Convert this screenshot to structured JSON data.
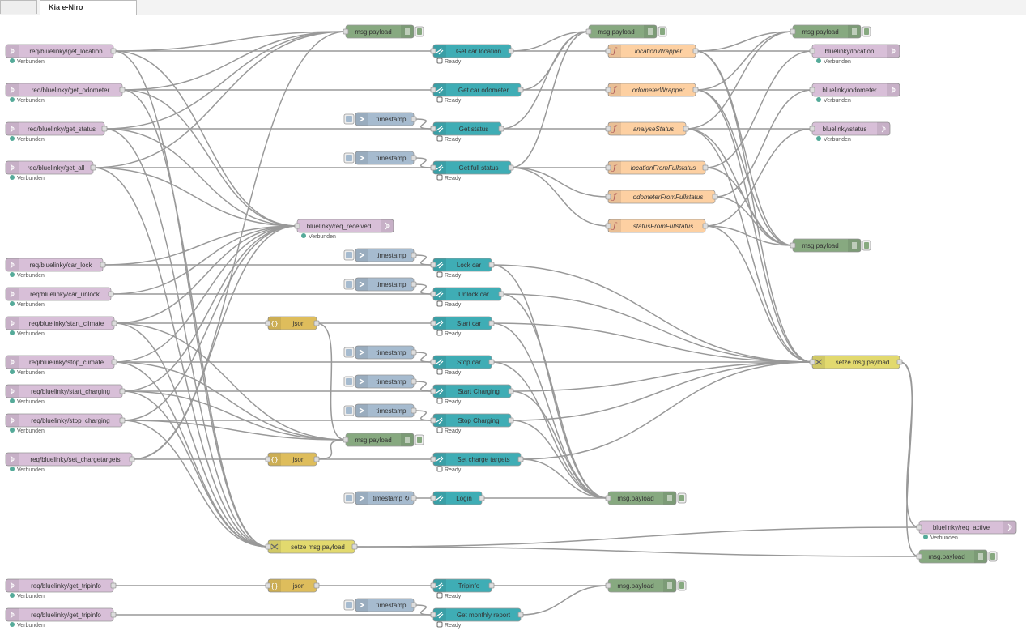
{
  "tabs": [
    {
      "label": "",
      "active": false
    },
    {
      "label": "Kia e-Niro",
      "active": true
    }
  ],
  "colors": {
    "mqtt": "#d8bfd8",
    "http": "#3fadb5",
    "function": "#fdd0a2",
    "debug": "#87a980",
    "inject": "#a6bbcf",
    "json": "#debd5c",
    "change": "#e2d96e",
    "connected": "#5a9",
    "ready_outline": "#444"
  },
  "status": {
    "connected": "Verbunden",
    "ready": "Ready"
  },
  "nodes": {
    "mqin_get_location": {
      "label": "req/bluelinky/get_location",
      "type": "mqtt-in",
      "status": "connected"
    },
    "mqin_get_odometer": {
      "label": "req/bluelinky/get_odometer",
      "type": "mqtt-in",
      "status": "connected"
    },
    "mqin_get_status": {
      "label": "req/bluelinky/get_status",
      "type": "mqtt-in",
      "status": "connected"
    },
    "mqin_get_all": {
      "label": "req/bluelinky/get_all",
      "type": "mqtt-in",
      "status": "connected"
    },
    "mqin_car_lock": {
      "label": "req/bluelinky/car_lock",
      "type": "mqtt-in",
      "status": "connected"
    },
    "mqin_car_unlock": {
      "label": "req/bluelinky/car_unlock",
      "type": "mqtt-in",
      "status": "connected"
    },
    "mqin_start_climate": {
      "label": "req/bluelinky/start_climate",
      "type": "mqtt-in",
      "status": "connected"
    },
    "mqin_stop_climate": {
      "label": "req/bluelinky/stop_climate",
      "type": "mqtt-in",
      "status": "connected"
    },
    "mqin_start_charging": {
      "label": "req/bluelinky/start_charging",
      "type": "mqtt-in",
      "status": "connected"
    },
    "mqin_stop_charging": {
      "label": "req/bluelinky/stop_charging",
      "type": "mqtt-in",
      "status": "connected"
    },
    "mqin_set_chargetargets": {
      "label": "req/bluelinky/set_chargetargets",
      "type": "mqtt-in",
      "status": "connected"
    },
    "mqin_get_tripinfo_1": {
      "label": "req/bluelinky/get_tripinfo",
      "type": "mqtt-in",
      "status": "connected"
    },
    "mqin_get_tripinfo_2": {
      "label": "req/bluelinky/get_tripinfo",
      "type": "mqtt-in",
      "status": "connected"
    },
    "debug_top": {
      "label": "msg.payload",
      "type": "debug"
    },
    "mqout_req_received": {
      "label": "bluelinky/req_received",
      "type": "mqtt-out",
      "status": "connected"
    },
    "json_1": {
      "label": "json",
      "type": "json"
    },
    "json_2": {
      "label": "json",
      "type": "json"
    },
    "json_3": {
      "label": "json",
      "type": "json"
    },
    "debug_mid": {
      "label": "msg.payload",
      "type": "debug"
    },
    "change_left": {
      "label": "setze msg.payload",
      "type": "change"
    },
    "inject_ts_1": {
      "label": "timestamp",
      "type": "inject"
    },
    "inject_ts_2": {
      "label": "timestamp",
      "type": "inject"
    },
    "inject_ts_3": {
      "label": "timestamp",
      "type": "inject"
    },
    "inject_ts_4": {
      "label": "timestamp",
      "type": "inject"
    },
    "inject_ts_5": {
      "label": "timestamp",
      "type": "inject"
    },
    "inject_ts_6": {
      "label": "timestamp",
      "type": "inject"
    },
    "inject_ts_7": {
      "label": "timestamp",
      "type": "inject"
    },
    "inject_ts_login": {
      "label": "timestamp ↻",
      "type": "inject"
    },
    "inject_ts_8": {
      "label": "timestamp",
      "type": "inject"
    },
    "http_get_car_location": {
      "label": "Get car location",
      "type": "http",
      "status": "ready"
    },
    "http_get_car_odometer": {
      "label": "Get car odometer",
      "type": "http",
      "status": "ready"
    },
    "http_get_status": {
      "label": "Get status",
      "type": "http",
      "status": "ready"
    },
    "http_get_full_status": {
      "label": "Get full status",
      "type": "http",
      "status": "ready"
    },
    "http_lock_car": {
      "label": "Lock car",
      "type": "http",
      "status": "ready"
    },
    "http_unlock_car": {
      "label": "Unlock car",
      "type": "http",
      "status": "ready"
    },
    "http_start_car": {
      "label": "Start car",
      "type": "http",
      "status": "ready"
    },
    "http_stop_car": {
      "label": "Stop car",
      "type": "http",
      "status": "ready"
    },
    "http_start_charging": {
      "label": "Start Charging",
      "type": "http",
      "status": "ready"
    },
    "http_stop_charging": {
      "label": "Stop Charging",
      "type": "http",
      "status": "ready"
    },
    "http_set_charge_targets": {
      "label": "Set charge targets",
      "type": "http",
      "status": "ready"
    },
    "http_login": {
      "label": "Login",
      "type": "http"
    },
    "http_tripinfo": {
      "label": "Tripinfo",
      "type": "http",
      "status": "ready"
    },
    "http_get_monthly_report": {
      "label": "Get monthly report",
      "type": "http",
      "status": "ready"
    },
    "debug_http_top": {
      "label": "msg.payload",
      "type": "debug"
    },
    "debug_login": {
      "label": "msg.payload",
      "type": "debug"
    },
    "debug_trip": {
      "label": "msg.payload",
      "type": "debug"
    },
    "fn_location_wrapper": {
      "label": "locationWrapper",
      "type": "function"
    },
    "fn_odometer_wrapper": {
      "label": "odometerWrapper",
      "type": "function"
    },
    "fn_analyse_status": {
      "label": "analyseStatus",
      "type": "function"
    },
    "fn_location_from_full": {
      "label": "locationFromFullstatus",
      "type": "function"
    },
    "fn_odometer_from_full": {
      "label": "odometerFromFullstatus",
      "type": "function"
    },
    "fn_status_from_full": {
      "label": "statusFromFullstatus",
      "type": "function"
    },
    "debug_right_top": {
      "label": "msg.payload",
      "type": "debug"
    },
    "debug_right_mid": {
      "label": "msg.payload",
      "type": "debug"
    },
    "mqout_location": {
      "label": "bluelinky/location",
      "type": "mqtt-out",
      "status": "connected"
    },
    "mqout_odometer": {
      "label": "bluelinky/odometer",
      "type": "mqtt-out",
      "status": "connected"
    },
    "mqout_status": {
      "label": "bluelinky/status",
      "type": "mqtt-out",
      "status": "connected"
    },
    "change_right": {
      "label": "setze msg.payload",
      "type": "change"
    },
    "mqout_req_active": {
      "label": "bluelinky/req_active",
      "type": "mqtt-out",
      "status": "connected"
    },
    "debug_bottom_right": {
      "label": "msg.payload",
      "type": "debug"
    }
  },
  "wires": [
    [
      "mqin_get_location",
      "debug_top"
    ],
    [
      "mqin_get_location",
      "http_get_car_location"
    ],
    [
      "mqin_get_location",
      "mqout_req_received"
    ],
    [
      "mqin_get_location",
      "change_left"
    ],
    [
      "mqin_get_odometer",
      "debug_top"
    ],
    [
      "mqin_get_odometer",
      "http_get_car_odometer"
    ],
    [
      "mqin_get_odometer",
      "mqout_req_received"
    ],
    [
      "mqin_get_odometer",
      "change_left"
    ],
    [
      "mqin_get_status",
      "debug_top"
    ],
    [
      "mqin_get_status",
      "http_get_status"
    ],
    [
      "mqin_get_status",
      "mqout_req_received"
    ],
    [
      "mqin_get_status",
      "change_left"
    ],
    [
      "mqin_get_all",
      "debug_top"
    ],
    [
      "mqin_get_all",
      "http_get_full_status"
    ],
    [
      "mqin_get_all",
      "mqout_req_received"
    ],
    [
      "mqin_get_all",
      "change_left"
    ],
    [
      "mqin_car_lock",
      "mqout_req_received"
    ],
    [
      "mqin_car_lock",
      "http_lock_car"
    ],
    [
      "mqin_car_unlock",
      "mqout_req_received"
    ],
    [
      "mqin_car_unlock",
      "http_unlock_car"
    ],
    [
      "mqin_start_climate",
      "json_1"
    ],
    [
      "mqin_start_climate",
      "mqout_req_received"
    ],
    [
      "mqin_start_climate",
      "debug_mid"
    ],
    [
      "mqin_start_climate",
      "change_left"
    ],
    [
      "mqin_stop_climate",
      "http_stop_car"
    ],
    [
      "mqin_stop_climate",
      "mqout_req_received"
    ],
    [
      "mqin_stop_climate",
      "debug_mid"
    ],
    [
      "mqin_stop_climate",
      "change_left"
    ],
    [
      "mqin_start_charging",
      "http_start_charging"
    ],
    [
      "mqin_start_charging",
      "mqout_req_received"
    ],
    [
      "mqin_start_charging",
      "debug_mid"
    ],
    [
      "mqin_start_charging",
      "change_left"
    ],
    [
      "mqin_stop_charging",
      "http_stop_charging"
    ],
    [
      "mqin_stop_charging",
      "mqout_req_received"
    ],
    [
      "mqin_stop_charging",
      "debug_mid"
    ],
    [
      "mqin_stop_charging",
      "change_left"
    ],
    [
      "mqin_set_chargetargets",
      "json_2"
    ],
    [
      "mqin_set_chargetargets",
      "mqout_req_received"
    ],
    [
      "mqin_set_chargetargets",
      "debug_top"
    ],
    [
      "mqin_get_tripinfo_1",
      "json_3"
    ],
    [
      "mqin_get_tripinfo_2",
      "http_get_monthly_report"
    ],
    [
      "json_1",
      "http_start_car"
    ],
    [
      "json_1",
      "debug_mid"
    ],
    [
      "json_2",
      "http_set_charge_targets"
    ],
    [
      "json_2",
      "debug_mid"
    ],
    [
      "json_3",
      "http_tripinfo"
    ],
    [
      "inject_ts_1",
      "http_get_status"
    ],
    [
      "inject_ts_2",
      "http_get_full_status"
    ],
    [
      "inject_ts_3",
      "http_lock_car"
    ],
    [
      "inject_ts_4",
      "http_unlock_car"
    ],
    [
      "inject_ts_5",
      "http_stop_car"
    ],
    [
      "inject_ts_6",
      "http_start_charging"
    ],
    [
      "inject_ts_7",
      "http_stop_charging"
    ],
    [
      "inject_ts_login",
      "http_login"
    ],
    [
      "inject_ts_8",
      "http_get_monthly_report"
    ],
    [
      "http_get_car_location",
      "fn_location_wrapper"
    ],
    [
      "http_get_car_location",
      "debug_http_top"
    ],
    [
      "http_get_car_odometer",
      "fn_odometer_wrapper"
    ],
    [
      "http_get_car_odometer",
      "debug_http_top"
    ],
    [
      "http_get_status",
      "fn_analyse_status"
    ],
    [
      "http_get_status",
      "debug_http_top"
    ],
    [
      "http_get_full_status",
      "fn_location_from_full"
    ],
    [
      "http_get_full_status",
      "fn_odometer_from_full"
    ],
    [
      "http_get_full_status",
      "fn_status_from_full"
    ],
    [
      "http_get_full_status",
      "debug_http_top"
    ],
    [
      "http_lock_car",
      "change_right"
    ],
    [
      "http_lock_car",
      "debug_login"
    ],
    [
      "http_unlock_car",
      "change_right"
    ],
    [
      "http_unlock_car",
      "debug_login"
    ],
    [
      "http_start_car",
      "change_right"
    ],
    [
      "http_start_car",
      "debug_login"
    ],
    [
      "http_stop_car",
      "change_right"
    ],
    [
      "http_stop_car",
      "debug_login"
    ],
    [
      "http_start_charging",
      "change_right"
    ],
    [
      "http_start_charging",
      "debug_login"
    ],
    [
      "http_stop_charging",
      "change_right"
    ],
    [
      "http_stop_charging",
      "debug_login"
    ],
    [
      "http_set_charge_targets",
      "change_right"
    ],
    [
      "http_set_charge_targets",
      "debug_login"
    ],
    [
      "http_login",
      "debug_login"
    ],
    [
      "http_tripinfo",
      "debug_trip"
    ],
    [
      "http_get_monthly_report",
      "debug_trip"
    ],
    [
      "fn_location_wrapper",
      "mqout_location"
    ],
    [
      "fn_location_wrapper",
      "debug_right_top"
    ],
    [
      "fn_location_wrapper",
      "debug_right_mid"
    ],
    [
      "fn_location_wrapper",
      "change_right"
    ],
    [
      "fn_odometer_wrapper",
      "mqout_odometer"
    ],
    [
      "fn_odometer_wrapper",
      "debug_right_top"
    ],
    [
      "fn_odometer_wrapper",
      "debug_right_mid"
    ],
    [
      "fn_odometer_wrapper",
      "change_right"
    ],
    [
      "fn_analyse_status",
      "mqout_status"
    ],
    [
      "fn_analyse_status",
      "debug_right_top"
    ],
    [
      "fn_analyse_status",
      "debug_right_mid"
    ],
    [
      "fn_analyse_status",
      "change_right"
    ],
    [
      "fn_location_from_full",
      "mqout_location"
    ],
    [
      "fn_location_from_full",
      "debug_right_mid"
    ],
    [
      "fn_odometer_from_full",
      "mqout_odometer"
    ],
    [
      "fn_odometer_from_full",
      "debug_right_mid"
    ],
    [
      "fn_status_from_full",
      "mqout_status"
    ],
    [
      "fn_status_from_full",
      "debug_right_mid"
    ],
    [
      "fn_status_from_full",
      "change_right"
    ],
    [
      "change_left",
      "mqout_req_active"
    ],
    [
      "change_left",
      "debug_bottom_right"
    ],
    [
      "change_right",
      "mqout_req_active"
    ],
    [
      "change_right",
      "debug_bottom_right"
    ]
  ]
}
